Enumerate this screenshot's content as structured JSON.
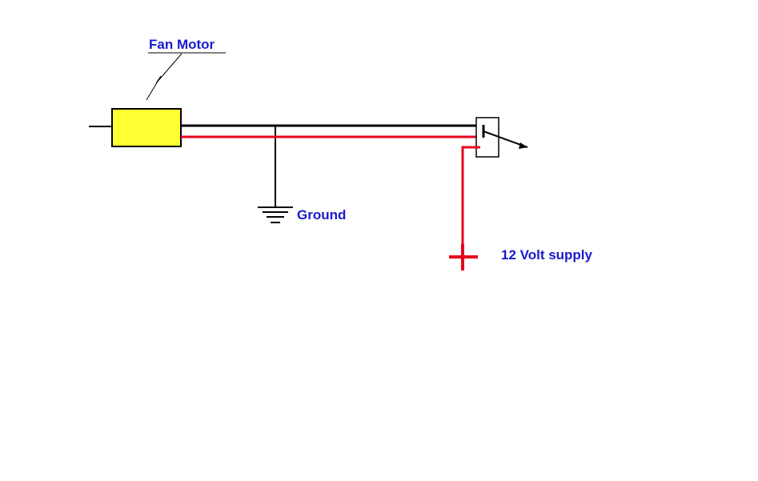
{
  "labels": {
    "fan_motor": "Fan Motor",
    "ground": "Ground",
    "supply": "12 Volt supply"
  },
  "colors": {
    "background": "#ffffff",
    "label_text": "#1a1acc",
    "wire_ground": "#000000",
    "wire_power": "#e8001c",
    "motor_fill": "#ffff33"
  },
  "components": {
    "motor": "fan motor",
    "switch": "toggle switch",
    "ground_symbol": "ground-icon",
    "supply_symbol": "plus-icon"
  }
}
